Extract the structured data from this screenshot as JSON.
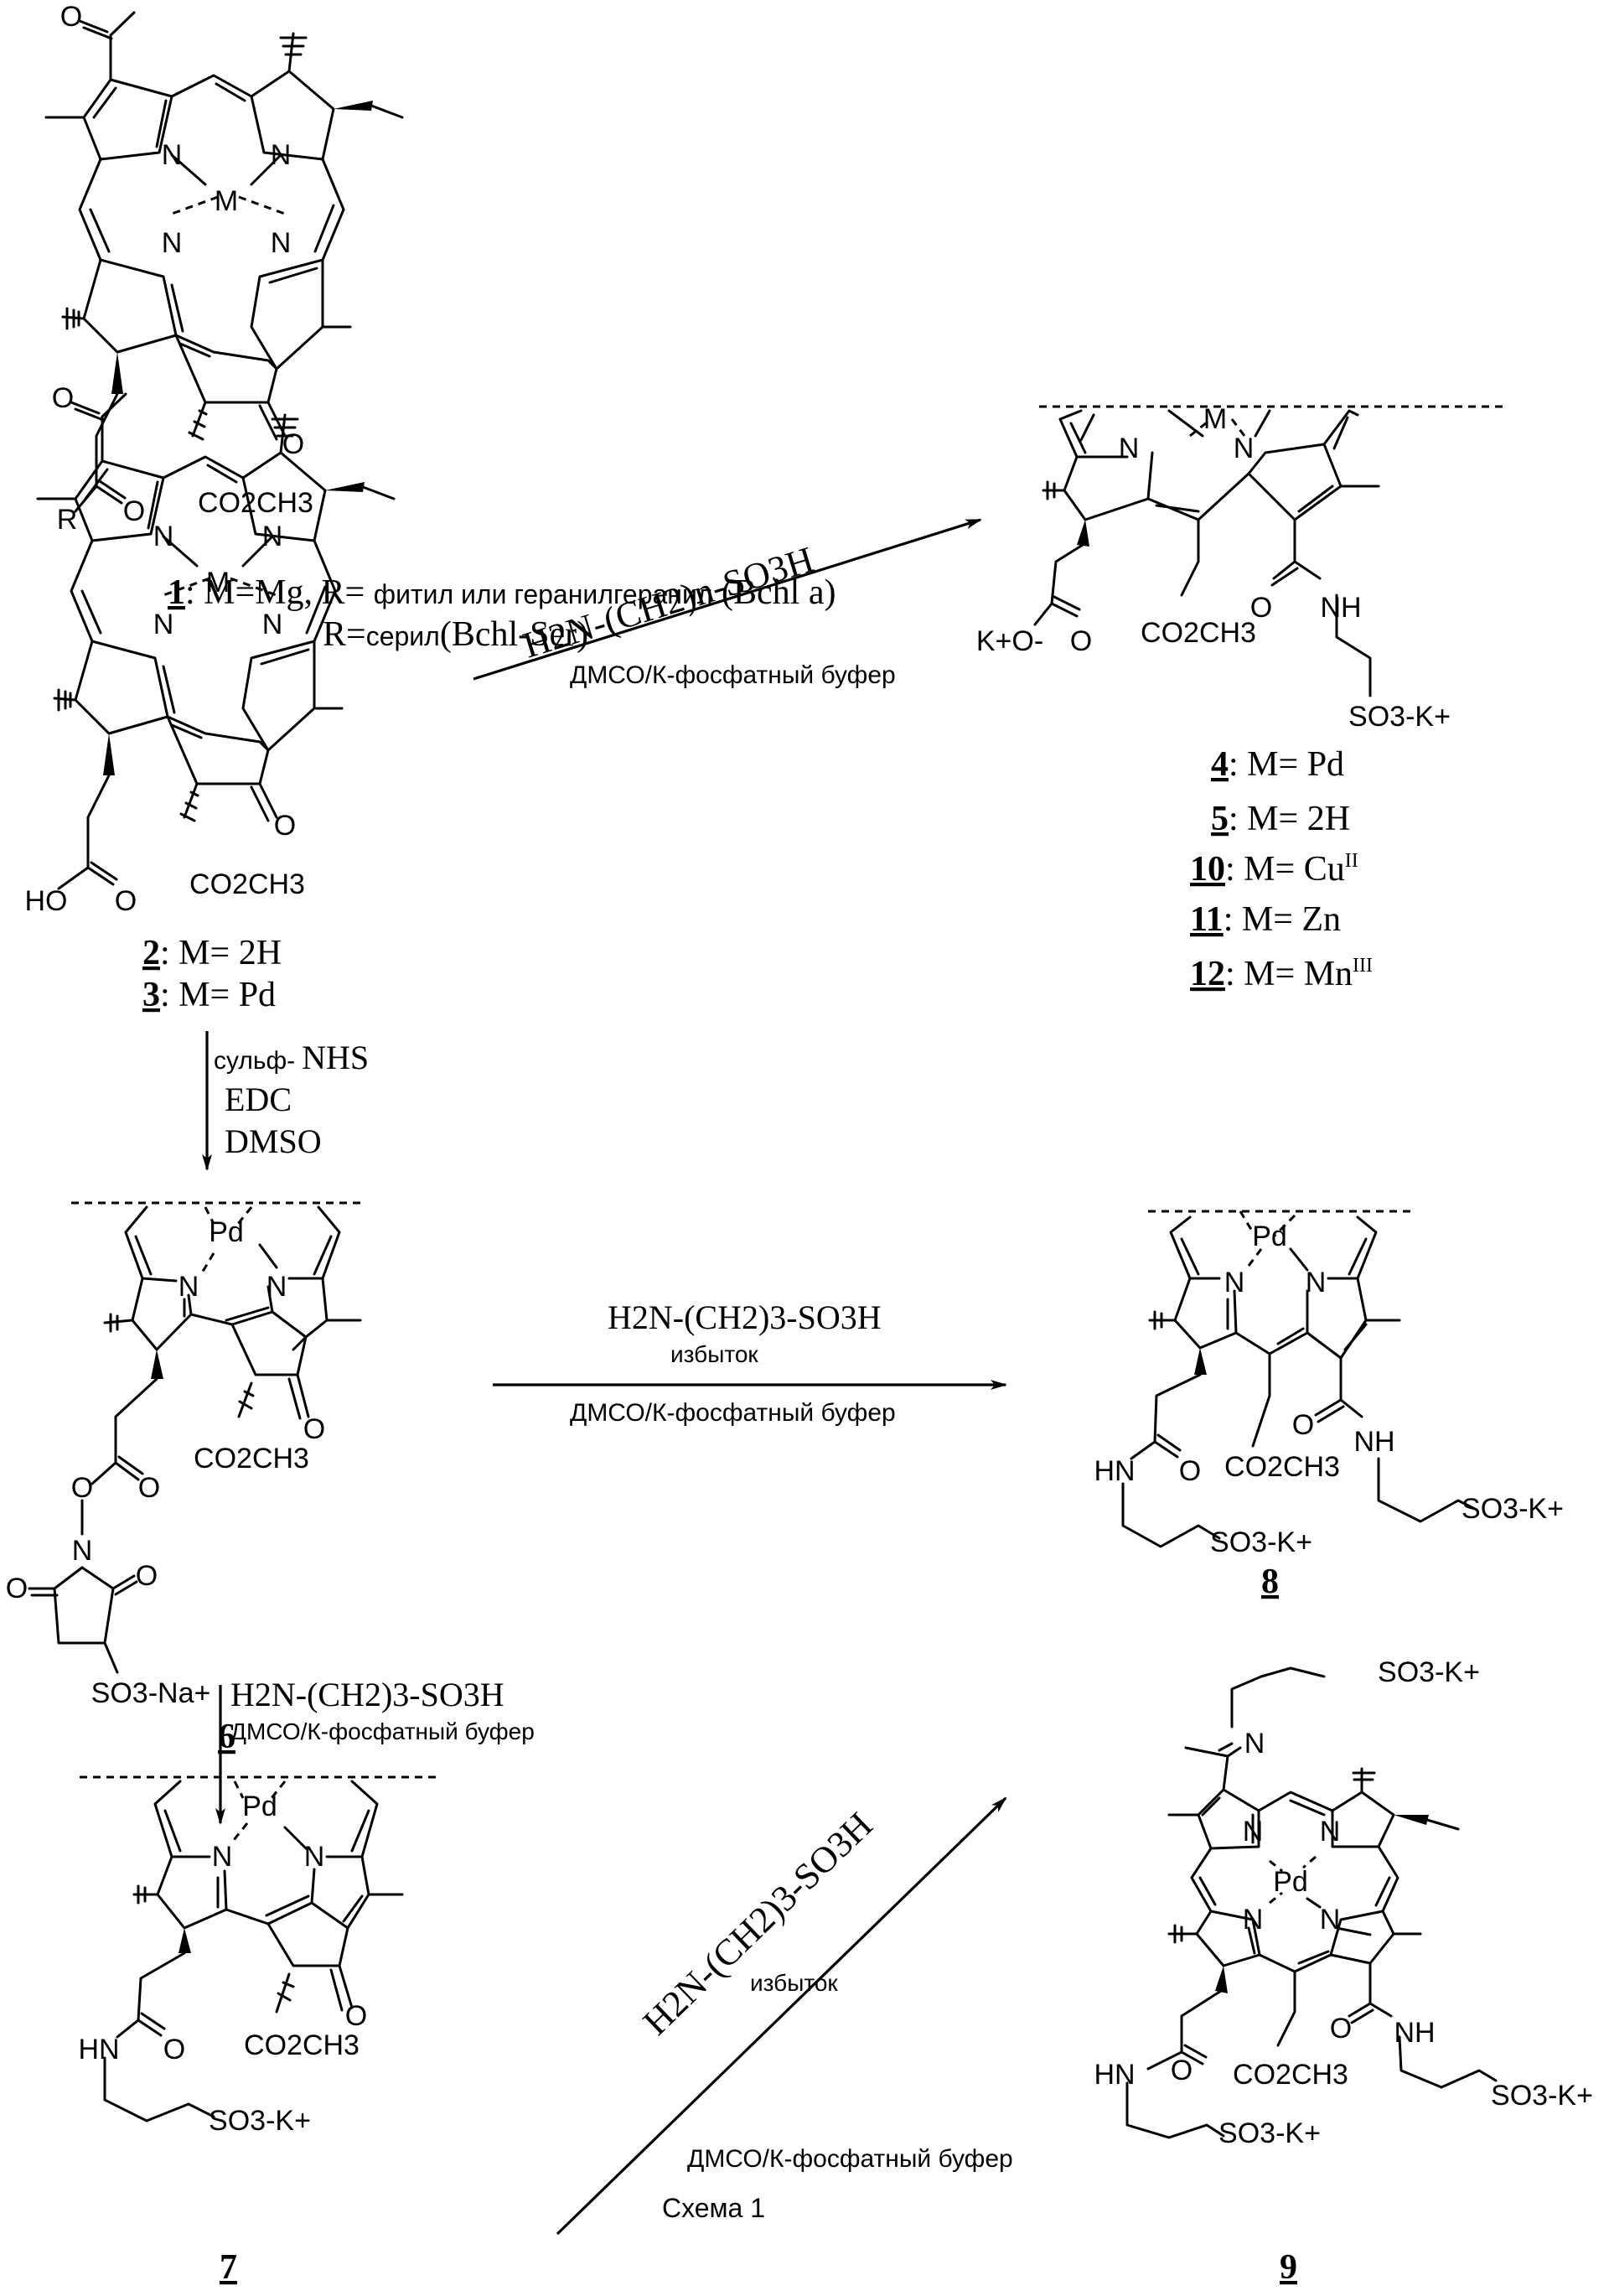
{
  "scheme": {
    "caption": "Схема 1",
    "compounds": {
      "c1": {
        "number": "1",
        "line1_prefix": ": M=Mg, R=",
        "line1_text": "фитил или геранилгеранил",
        "line1_suffix": "(Bchl a)",
        "line2_prefix": "R=",
        "line2_text": "серил",
        "line2_suffix": "(Bchl-Ser)",
        "atoms": {
          "metal": "M",
          "n": "N",
          "r": "R",
          "o": "O",
          "ester": "CO2CH3"
        }
      },
      "c2_3": {
        "entries": [
          {
            "number": "2",
            "text": ": M= 2H"
          },
          {
            "number": "3",
            "text": ": M= Pd"
          }
        ],
        "atoms": {
          "metal": "M",
          "n": "N",
          "ho": "HO",
          "o": "O",
          "ester": "CO2CH3"
        }
      },
      "c4_12": {
        "entries": [
          {
            "number": "4",
            "text": ": M= Pd",
            "sup": ""
          },
          {
            "number": "5",
            "text": ": M= 2H",
            "sup": ""
          },
          {
            "number": "10",
            "text": ": M= Cu",
            "sup": "II"
          },
          {
            "number": "11",
            "text": ": M= Zn",
            "sup": ""
          },
          {
            "number": "12",
            "text": ": M= Mn",
            "sup": "III"
          }
        ],
        "atoms": {
          "metal": "M",
          "n": "N",
          "ko": "K+O-",
          "o": "O",
          "ester": "CO2CH3",
          "nh": "NH",
          "so3k": "SO3-K+"
        }
      },
      "c6": {
        "number": "6",
        "atoms": {
          "metal": "Pd",
          "n": "N",
          "o": "O",
          "ester": "CO2CH3",
          "so3na": "SO3-Na+"
        }
      },
      "c7": {
        "number": "7",
        "atoms": {
          "metal": "Pd",
          "n": "N",
          "hn": "HN",
          "o": "O",
          "ester": "CO2CH3",
          "so3k": "SO3-K+"
        }
      },
      "c8": {
        "number": "8",
        "atoms": {
          "metal": "Pd",
          "n": "N",
          "hn": "HN",
          "nh": "NH",
          "o": "O",
          "ester": "CO2CH3",
          "so3k": "SO3-K+"
        }
      },
      "c9": {
        "number": "9",
        "atoms": {
          "metal": "Pd",
          "n": "N",
          "hn": "HN",
          "nh": "NH",
          "o": "O",
          "ester": "CO2CH3",
          "so3k": "SO3-K+",
          "so3k_top": "SO3-K+"
        }
      }
    },
    "reactions": {
      "r_2_to_4": {
        "reagent": "H2N-(CH2)n-SO3H",
        "conditions": "ДМСО/К-фосфатный буфер"
      },
      "r_3_to_6": {
        "reagent_prefix": "сульф-",
        "reagent": "NHS",
        "line2": "EDC",
        "line3": "DMSO"
      },
      "r_6_to_8": {
        "reagent": "H2N-(CH2)3-SO3H",
        "note": "избыток",
        "conditions": "ДМСО/К-фосфатный буфер"
      },
      "r_6_to_7": {
        "reagent": "H2N-(CH2)3-SO3H",
        "conditions": "ДМСО/К-фосфатный буфер"
      },
      "r_7_to_9": {
        "reagent": "H2N-(CH2)3-SO3H",
        "note": "избыток",
        "conditions": "ДМСО/К-фосфатный буфер"
      }
    }
  }
}
